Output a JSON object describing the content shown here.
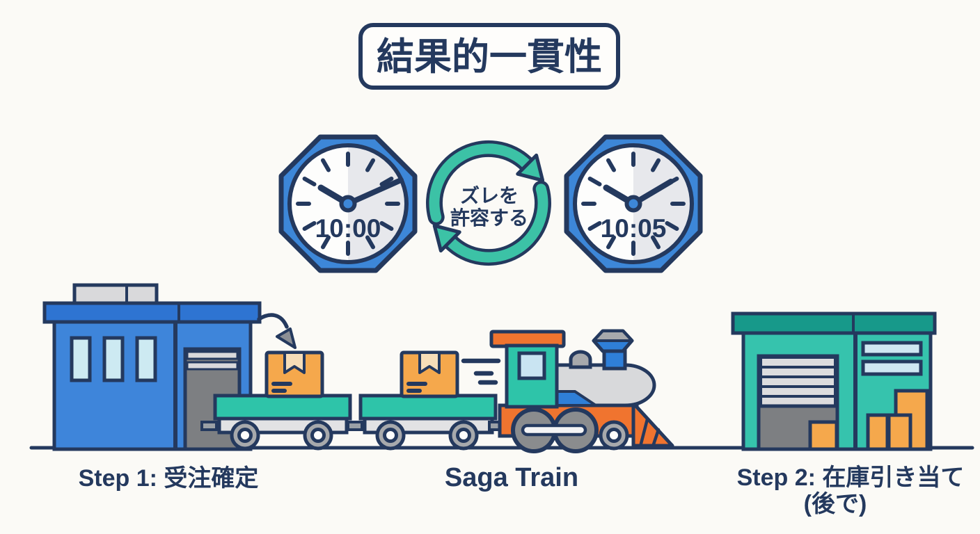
{
  "title": "結果的一貫性",
  "clocks": {
    "left": {
      "time": "10:00"
    },
    "right": {
      "time": "10:05"
    }
  },
  "sync": {
    "line1": "ズレを",
    "line2": "許容する"
  },
  "captions": {
    "step1": "Step 1: 受注確定",
    "train": "Saga Train",
    "step2_line1": "Step 2: 在庫引き当て",
    "step2_line2": "(後で)"
  },
  "colors": {
    "outline_navy": "#24395e",
    "building_blue": "#3e85da",
    "roof_blue": "#2e74d2",
    "clock_frame_blue": "#3d87d8",
    "teal": "#2ec4a9",
    "warehouse_roof_teal": "#17998a",
    "arrow_teal": "#3cc2a6",
    "box_orange": "#f5a84c",
    "loco_orange": "#f0742f",
    "loco_blue": "#2f7fd8",
    "window_light_blue": "#cdeaf2",
    "light_gray": "#d9d9db",
    "door_gray": "#7d7f82",
    "background": "#fbfaf6"
  },
  "icons": {
    "clock_left": "octagon-clock-icon",
    "clock_right": "octagon-clock-icon",
    "sync": "cycle-arrows-icon",
    "step1_building": "order-office-icon",
    "train": "steam-train-icon",
    "step2_building": "warehouse-icon",
    "cargo": "package-box-icon",
    "load": "curved-transfer-arrow-icon",
    "motion": "speed-lines-icon"
  }
}
